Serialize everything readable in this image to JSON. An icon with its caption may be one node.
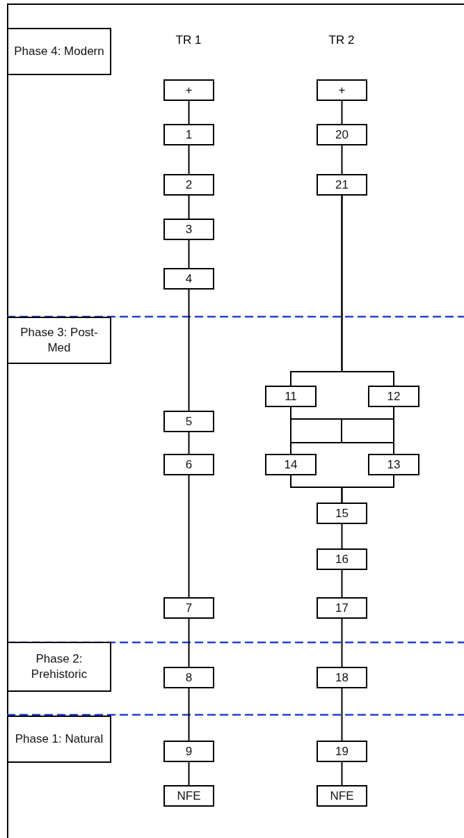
{
  "diagram": {
    "nodes": [
      {
        "text": [
          "Phase 4: Modern"
        ]
      },
      {
        "text": [
          "Phase 3: Post-Med"
        ]
      },
      {
        "text": [
          "Phase 2: Prehistoric"
        ]
      },
      {
        "text": [
          "Phase 1: Natural"
        ]
      },
      {
        "text": [
          "+"
        ]
      },
      {
        "text": [
          "1"
        ]
      },
      {
        "text": [
          "2"
        ]
      },
      {
        "text": [
          "3"
        ]
      },
      {
        "text": [
          "4"
        ]
      },
      {
        "text": [
          "5"
        ]
      },
      {
        "text": [
          "6"
        ]
      },
      {
        "text": [
          "7"
        ]
      },
      {
        "text": [
          "8"
        ]
      },
      {
        "text": [
          "9"
        ]
      },
      {
        "text": [
          "NFE"
        ]
      },
      {
        "text": [
          "+"
        ]
      },
      {
        "text": [
          "20"
        ]
      },
      {
        "text": [
          "21"
        ]
      },
      {
        "text": [
          "11"
        ]
      },
      {
        "text": [
          "12"
        ]
      },
      {
        "text": [
          "14"
        ]
      },
      {
        "text": [
          "13"
        ]
      },
      {
        "text": [
          "15"
        ]
      },
      {
        "text": [
          "16"
        ]
      },
      {
        "text": [
          "17"
        ]
      },
      {
        "text": [
          "18"
        ]
      },
      {
        "text": [
          "19"
        ]
      },
      {
        "text": [
          "NFE"
        ]
      }
    ],
    "edges": [
      {
        "from": 4,
        "to": 5,
        "arrow": "none"
      },
      {
        "from": 5,
        "to": 6,
        "arrow": "none"
      },
      {
        "from": 6,
        "to": 7,
        "arrow": "none"
      },
      {
        "from": 7,
        "to": 8,
        "arrow": "none"
      },
      {
        "from": 8,
        "to": 9,
        "arrow": "none"
      },
      {
        "from": 9,
        "to": 10,
        "arrow": "none"
      },
      {
        "from": 10,
        "to": 11,
        "arrow": "none"
      },
      {
        "from": 11,
        "to": 12,
        "arrow": "none"
      },
      {
        "from": 12,
        "to": 13,
        "arrow": "none"
      },
      {
        "from": 13,
        "to": 14,
        "arrow": "none"
      },
      {
        "from": 15,
        "to": 16,
        "arrow": "none"
      },
      {
        "from": 16,
        "to": 17,
        "arrow": "none"
      },
      {
        "from": 17,
        "to": 18,
        "arrow": "none"
      },
      {
        "from": 17,
        "to": 19,
        "arrow": "none"
      },
      {
        "from": 18,
        "to": 20,
        "arrow": "none"
      },
      {
        "from": 18,
        "to": 21,
        "arrow": "none"
      },
      {
        "from": 19,
        "to": 20,
        "arrow": "none"
      },
      {
        "from": 19,
        "to": 21,
        "arrow": "none"
      },
      {
        "from": 20,
        "to": 22,
        "arrow": "none"
      },
      {
        "from": 21,
        "to": 22,
        "arrow": "none"
      },
      {
        "from": 22,
        "to": 23,
        "arrow": "none"
      },
      {
        "from": 23,
        "to": 24,
        "arrow": "none"
      },
      {
        "from": 24,
        "to": 25,
        "arrow": "none"
      },
      {
        "from": 25,
        "to": 26,
        "arrow": "none"
      },
      {
        "from": 26,
        "to": 27,
        "arrow": "none"
      }
    ],
    "labels": [
      "TR 1",
      "TR 2"
    ]
  }
}
